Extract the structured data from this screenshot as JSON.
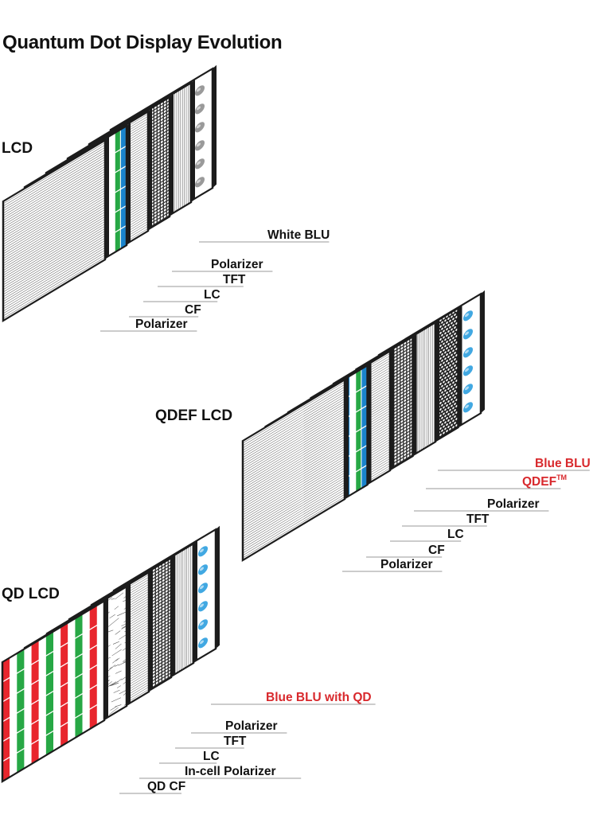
{
  "title": "Quantum Dot Display Evolution",
  "colors": {
    "red": "#e8262d",
    "green": "#27a845",
    "blue": "#1a84cc",
    "white_led": "#9a9a9a",
    "blue_led": "#41a8e2",
    "highlight_text": "#d8282c",
    "text": "#111111",
    "frame_edge": "#1c1c1c"
  },
  "sections": [
    {
      "id": "lcd",
      "title": "LCD",
      "layers": [
        {
          "name": "White BLU",
          "pattern": "white-led",
          "highlight": false
        },
        {
          "name": "Polarizer",
          "pattern": "vertical-lines",
          "highlight": false
        },
        {
          "name": "TFT",
          "pattern": "grid",
          "highlight": false
        },
        {
          "name": "LC",
          "pattern": "horizontal-lines",
          "highlight": false
        },
        {
          "name": "CF",
          "pattern": "rgb-stripes",
          "highlight": false
        },
        {
          "name": "Polarizer",
          "pattern": "horizontal-lines",
          "highlight": false
        }
      ]
    },
    {
      "id": "qdef-lcd",
      "title": "QDEF LCD",
      "layers": [
        {
          "name": "Blue BLU",
          "pattern": "blue-led",
          "highlight": true
        },
        {
          "name": "QDEF",
          "superscript": "TM",
          "pattern": "dots",
          "highlight": true
        },
        {
          "name": "Polarizer",
          "pattern": "vertical-lines",
          "highlight": false
        },
        {
          "name": "TFT",
          "pattern": "grid",
          "highlight": false
        },
        {
          "name": "LC",
          "pattern": "horizontal-lines",
          "highlight": false
        },
        {
          "name": "CF",
          "pattern": "rgb-stripes",
          "highlight": false
        },
        {
          "name": "Polarizer",
          "pattern": "horizontal-lines",
          "highlight": false
        }
      ]
    },
    {
      "id": "qd-lcd",
      "title": "QD LCD",
      "layers": [
        {
          "name": "Blue BLU with QD",
          "pattern": "blue-led",
          "highlight": true
        },
        {
          "name": "Polarizer",
          "pattern": "vertical-lines",
          "highlight": false
        },
        {
          "name": "TFT",
          "pattern": "grid",
          "highlight": false
        },
        {
          "name": "LC",
          "pattern": "horizontal-lines",
          "highlight": false
        },
        {
          "name": "In-cell Polarizer",
          "pattern": "scribble",
          "highlight": false
        },
        {
          "name": "QD CF",
          "pattern": "qd-stripes",
          "highlight": false
        }
      ]
    }
  ]
}
